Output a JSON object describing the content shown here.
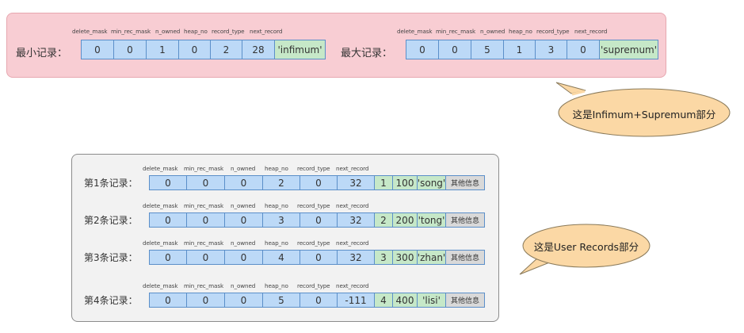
{
  "infimum": {
    "label": "最小记录：",
    "headers": [
      "delete_mask",
      "min_rec_mask",
      "n_owned",
      "heap_no",
      "record_type",
      "next_record"
    ],
    "values": [
      "0",
      "0",
      "1",
      "0",
      "2",
      "28"
    ],
    "extra": "'infimum'"
  },
  "supremum": {
    "label": "最大记录：",
    "headers": [
      "delete_mask",
      "min_rec_mask",
      "n_owned",
      "heap_no",
      "record_type",
      "next_record"
    ],
    "values": [
      "0",
      "0",
      "5",
      "1",
      "3",
      "0"
    ],
    "extra": "'supremum'"
  },
  "records": [
    {
      "label": "第1条记录：",
      "values": [
        "0",
        "0",
        "0",
        "2",
        "0",
        "32"
      ],
      "green": [
        "1",
        "100",
        "'song'"
      ],
      "other": "其他信息"
    },
    {
      "label": "第2条记录：",
      "values": [
        "0",
        "0",
        "0",
        "3",
        "0",
        "32"
      ],
      "green": [
        "2",
        "200",
        "'tong'"
      ],
      "other": "其他信息"
    },
    {
      "label": "第3条记录：",
      "values": [
        "0",
        "0",
        "0",
        "4",
        "0",
        "32"
      ],
      "green": [
        "3",
        "300",
        "'zhan'"
      ],
      "other": "其他信息"
    },
    {
      "label": "第4条记录：",
      "values": [
        "0",
        "0",
        "0",
        "5",
        "0",
        "-111"
      ],
      "green": [
        "4",
        "400",
        "'lisi'"
      ],
      "other": "其他信息"
    }
  ],
  "record_headers": [
    "delete_mask",
    "min_rec_mask",
    "n_owned",
    "heap_no",
    "record_type",
    "next_record"
  ],
  "callouts": {
    "top": "这是Infimum+Supremum部分",
    "bottom": "这是User Records部分"
  },
  "colors": {
    "top_panel": "#f8cdd3",
    "bottom_panel": "#f2f2f2",
    "blue_cell": "#bcd9f7",
    "green_cell": "#c6e8c8",
    "gray_cell": "#d9d9d9",
    "bubble": "#fbd8a5"
  }
}
